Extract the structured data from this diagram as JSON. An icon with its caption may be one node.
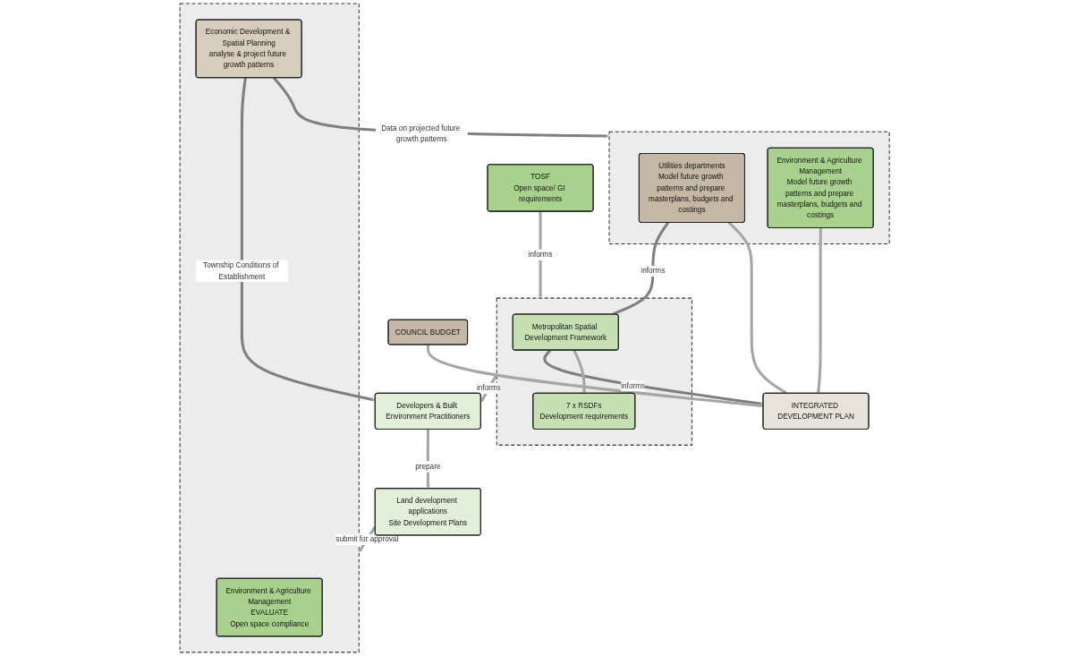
{
  "diagram": {
    "nodes": [
      {
        "text": [],
        "shape": "box"
      },
      {
        "text": [
          "Metropolitan Spatial Development Framework"
        ],
        "in": 0
      },
      {
        "text": [
          "7 x RSDFs",
          "Development requirements"
        ],
        "in": 0
      },
      {
        "text": [
          "TOSF",
          "Open space/ GI requirements"
        ]
      },
      {
        "text": [
          "COUNCIL BUDGET"
        ]
      },
      {
        "text": [
          "INTEGRATED DEVELOPMENT PLAN"
        ]
      },
      {
        "text": [
          "Developers & Built Environment Practitioners"
        ]
      },
      {
        "text": [
          "Land development applications",
          "Site Development Plans"
        ]
      },
      {
        "text": [],
        "shape": "box"
      },
      {
        "text": [
          "Utilities departments",
          "Model future growth patterns and prepare masterplans, budgets and costings"
        ],
        "in": 8
      },
      {
        "text": [
          "Environment & Agriculture Management",
          "Model future growth patterns and prepare masterplans, budgets and costings"
        ],
        "in": 8
      },
      {
        "text": [],
        "shape": "box"
      },
      {
        "text": [
          "Environment & Agriculture Management",
          "EVALUATE",
          "Open space compliance"
        ],
        "in": 11
      },
      {
        "text": [
          "Economic Development & Spatial Planning",
          "analyse & project future growth patterns"
        ],
        "in": 11
      }
    ],
    "edges": [
      {
        "from": 3,
        "to": 0,
        "arrow": "to",
        "label": "informs"
      },
      {
        "from": 1,
        "to": 5,
        "arrow": "to",
        "label": "informs",
        "color": "#7f7f7f"
      },
      {
        "from": 9,
        "to": 1,
        "arrow": "to",
        "label": "informs",
        "color": "#7f7f7f"
      },
      {
        "from": 1,
        "to": 2,
        "arrow": "to"
      },
      {
        "from": 0,
        "to": 6,
        "arrow": "to",
        "label": "informs"
      },
      {
        "from": 4,
        "to": 5,
        "arrow": "to"
      },
      {
        "from": 9,
        "to": 5,
        "arrow": "to"
      },
      {
        "from": 10,
        "to": 5,
        "arrow": "to"
      },
      {
        "from": 6,
        "to": 7,
        "arrow": "to",
        "label": "prepare"
      },
      {
        "from": 7,
        "to": 11,
        "arrow": "to",
        "label": "submit for approval"
      },
      {
        "from": 13,
        "to": 6,
        "arrow": "to",
        "label": "Township Conditions of Establishment",
        "color": "#7f7f7f"
      },
      {
        "from": 13,
        "to": 8,
        "arrow": "to",
        "label": "Data on projected future growth patterns",
        "color": "#7f7f7f"
      }
    ]
  }
}
